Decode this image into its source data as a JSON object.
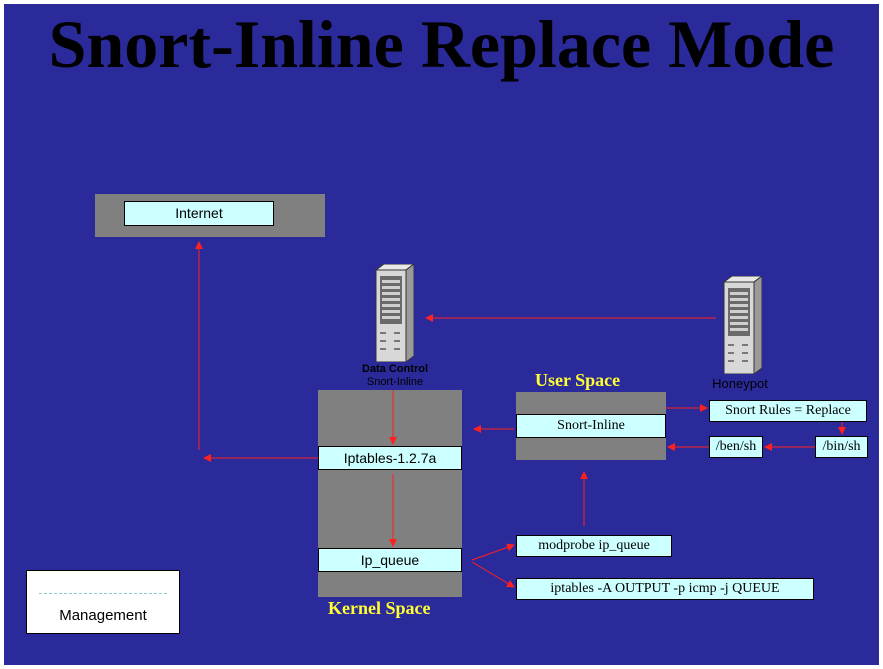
{
  "title": "Snort-Inline Replace Mode",
  "nodes": {
    "internet": "Internet",
    "data_control_line1": "Data Control",
    "data_control_line2": "Snort-Inline",
    "honeypot": "Honeypot",
    "user_space": "User Space",
    "kernel_space": "Kernel Space",
    "snort_inline": "Snort-Inline",
    "iptables": "Iptables-1.2.7a",
    "ip_queue": "Ip_queue",
    "snort_rules": "Snort Rules = Replace",
    "ben_sh": "/ben/sh",
    "bin_sh": "/bin/sh",
    "modprobe": "modprobe ip_queue",
    "iptables_cmd": "iptables -A OUTPUT -p icmp -j QUEUE"
  },
  "legend": {
    "label": "Management"
  },
  "colors": {
    "background": "#2a2a9a",
    "box_fill": "#ccffff",
    "panel": "#808080",
    "arrow": "#ff2020",
    "space_label": "#ffff33"
  },
  "icons": [
    "server-icon",
    "server-icon"
  ]
}
